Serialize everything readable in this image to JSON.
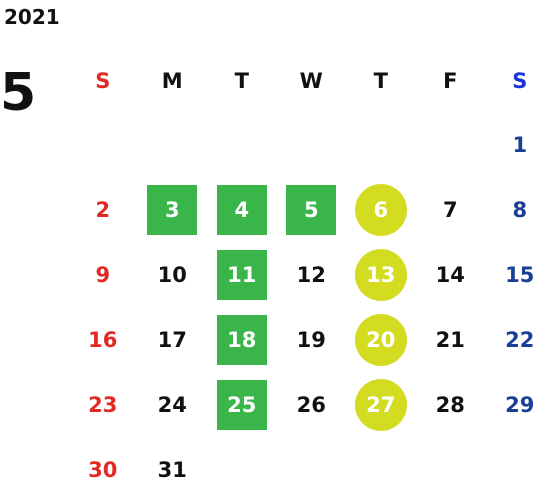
{
  "calendar": {
    "year": "2021",
    "month": "5",
    "weekdays": [
      "S",
      "M",
      "T",
      "W",
      "T",
      "F",
      "S"
    ],
    "weeks": [
      [
        "",
        "",
        "",
        "",
        "",
        "",
        "1"
      ],
      [
        "2",
        "3",
        "4",
        "5",
        "6",
        "7",
        "8"
      ],
      [
        "9",
        "10",
        "11",
        "12",
        "13",
        "14",
        "15"
      ],
      [
        "16",
        "17",
        "18",
        "19",
        "20",
        "21",
        "22"
      ],
      [
        "23",
        "24",
        "25",
        "26",
        "27",
        "28",
        "29"
      ],
      [
        "30",
        "31",
        "",
        "",
        "",
        "",
        ""
      ]
    ],
    "highlights": {
      "green_square_days": [
        "3",
        "4",
        "5",
        "11",
        "18",
        "25"
      ],
      "yellow_circle_days": [
        "6",
        "13",
        "20",
        "27"
      ]
    },
    "colors": {
      "sunday": "#e02a23",
      "saturday": "#1c3f96",
      "saturday_header": "#1a33d6",
      "green_highlight": "#3ab54a",
      "yellow_highlight": "#d4dc22"
    }
  }
}
